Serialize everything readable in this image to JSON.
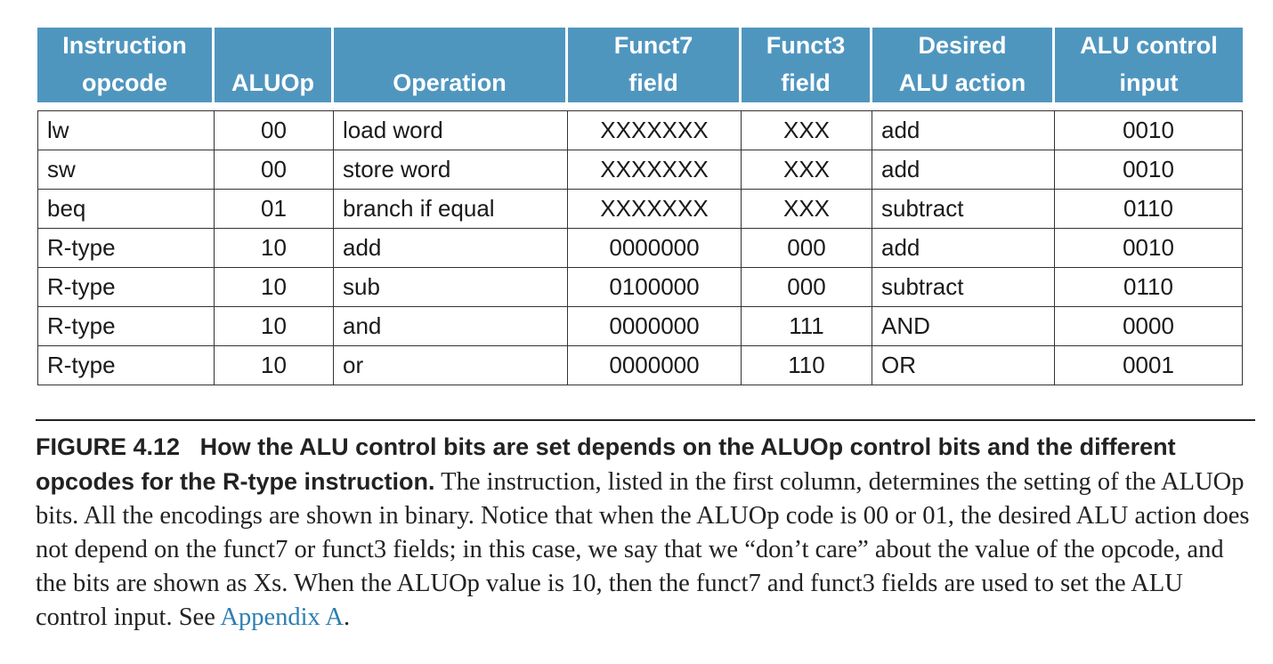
{
  "table": {
    "headers": [
      {
        "line1": "Instruction",
        "line2": "opcode"
      },
      {
        "line1": "",
        "line2": "ALUOp"
      },
      {
        "line1": "",
        "line2": "Operation"
      },
      {
        "line1": "Funct7",
        "line2": "field"
      },
      {
        "line1": "Funct3",
        "line2": "field"
      },
      {
        "line1": "Desired",
        "line2": "ALU action"
      },
      {
        "line1": "ALU control",
        "line2": "input"
      }
    ],
    "rows": [
      [
        "lw",
        "00",
        "load word",
        "XXXXXXX",
        "XXX",
        "add",
        "0010"
      ],
      [
        "sw",
        "00",
        "store word",
        "XXXXXXX",
        "XXX",
        "add",
        "0010"
      ],
      [
        "beq",
        "01",
        "branch if equal",
        "XXXXXXX",
        "XXX",
        "subtract",
        "0110"
      ],
      [
        "R-type",
        "10",
        "add",
        "0000000",
        "000",
        "add",
        "0010"
      ],
      [
        "R-type",
        "10",
        "sub",
        "0100000",
        "000",
        "subtract",
        "0110"
      ],
      [
        "R-type",
        "10",
        "and",
        "0000000",
        "111",
        "AND",
        "0000"
      ],
      [
        "R-type",
        "10",
        "or",
        "0000000",
        "110",
        "OR",
        "0001"
      ]
    ]
  },
  "caption": {
    "label": "FIGURE 4.12",
    "title": "How the ALU control bits are set depends on the ALUOp control bits and the different opcodes for the R-type instruction.",
    "body": "The instruction, listed in the first column, determines the setting of the ALUOp bits. All the encodings are shown in binary. Notice that when the ALUOp code is 00 or 01, the desired ALU action does not depend on the funct7 or funct3 fields; in this case, we say that we “don’t care” about the value of the opcode, and the bits are shown as Xs. When the ALUOp value is 10, then the funct7 and funct3 fields are used to set the ALU control input. See",
    "link_text": "Appendix A",
    "end": "."
  }
}
